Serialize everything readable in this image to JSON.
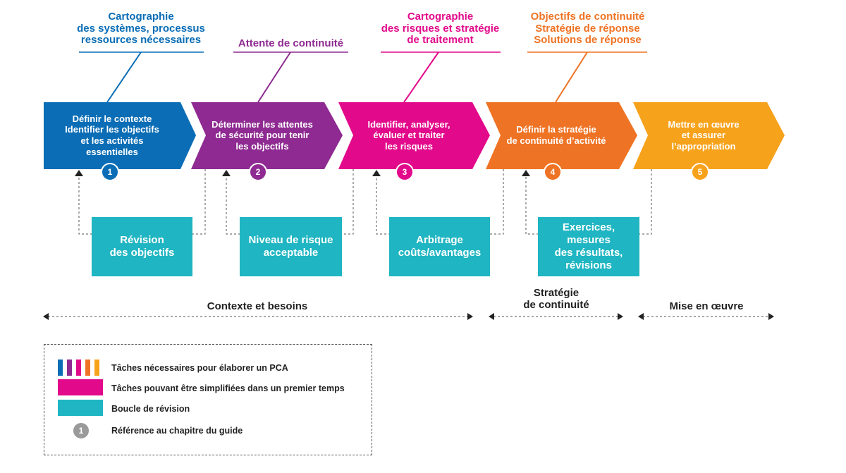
{
  "colors": {
    "step1": "#0a6db5",
    "step2": "#8e2a91",
    "step3": "#e2098b",
    "step4": "#ef7324",
    "step5": "#f7a21b",
    "loop": "#1fb5c2",
    "reference": "#9a9a9a"
  },
  "top_labels": [
    {
      "lines": [
        "Cartographie",
        "des systèmes, processus",
        "ressources nécessaires"
      ],
      "color": "#0a6db5"
    },
    {
      "lines": [
        "Attente de continuité"
      ],
      "color": "#8e2a91"
    },
    {
      "lines": [
        "Cartographie",
        "des risques et stratégie",
        "de traitement"
      ],
      "color": "#e2098b"
    },
    {
      "lines": [
        "Objectifs de continuité",
        "Stratégie de réponse",
        "Solutions de réponse"
      ],
      "color": "#ef7324"
    }
  ],
  "steps": [
    {
      "lines": [
        "Définir le contexte",
        "Identifier les objectifs",
        "et les activités",
        "essentielles"
      ],
      "number": "1"
    },
    {
      "lines": [
        "Déterminer les attentes",
        "de sécurité pour tenir",
        "les objectifs"
      ],
      "number": "2"
    },
    {
      "lines": [
        "Identifier, analyser,",
        "évaluer et traiter",
        "les risques"
      ],
      "number": "3"
    },
    {
      "lines": [
        "Définir la stratégie",
        "de continuité d’activité"
      ],
      "number": "4"
    },
    {
      "lines": [
        "Mettre en œuvre",
        "et assurer",
        "l’appropriation"
      ],
      "number": "5"
    }
  ],
  "loops": [
    {
      "lines": [
        "Révision",
        "des objectifs"
      ]
    },
    {
      "lines": [
        "Niveau de risque",
        "acceptable"
      ]
    },
    {
      "lines": [
        "Arbitrage",
        "coûts/avantages"
      ]
    },
    {
      "lines": [
        "Exercices,",
        "mesures",
        "des résultats,",
        "révisions"
      ]
    }
  ],
  "phases": [
    {
      "lines": [
        "Contexte et besoins"
      ]
    },
    {
      "lines": [
        "Stratégie",
        "de continuité"
      ]
    },
    {
      "lines": [
        "Mise en œuvre"
      ]
    }
  ],
  "legend": {
    "items": [
      {
        "label": "Tâches nécessaires pour élaborer un PCA"
      },
      {
        "label": "Tâches pouvant être simplifiées dans un premier temps"
      },
      {
        "label": "Boucle de révision"
      },
      {
        "label": "Référence au chapitre du guide",
        "badge": "1"
      }
    ]
  }
}
